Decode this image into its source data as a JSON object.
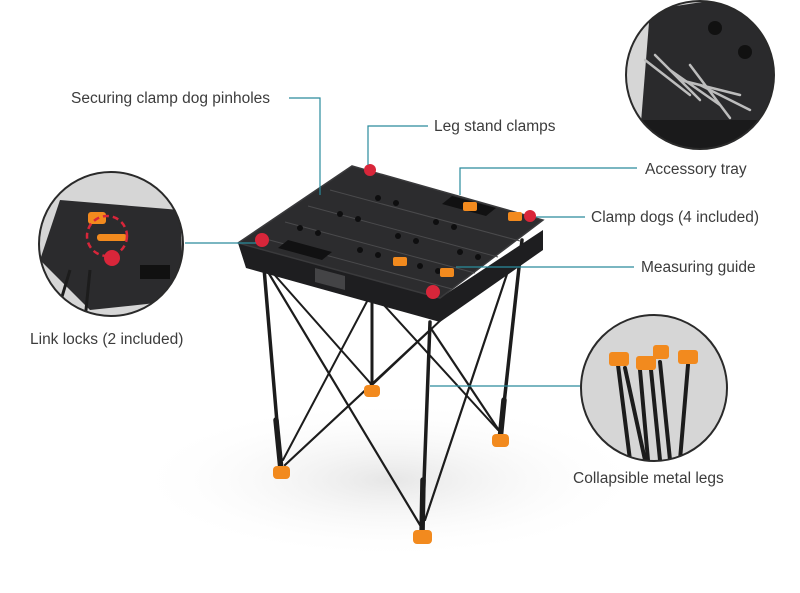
{
  "callouts": {
    "pinholes": "Securing clamp dog pinholes",
    "leg_clamps": "Leg stand clamps",
    "accessory_tray": "Accessory tray",
    "clamp_dogs": "Clamp dogs (4 included)",
    "measuring_guide": "Measuring guide",
    "link_locks": "Link locks (2 included)",
    "legs": "Collapsible metal legs"
  },
  "colors": {
    "background": "#ffffff",
    "table_top": "#2b2b2d",
    "accent_orange": "#f28a1e",
    "clamp_red": "#d8263a",
    "leader_line": "#2a8b9c",
    "zoom_circle_bg": "#d6d6d6",
    "label_text": "#3c3c3c"
  }
}
